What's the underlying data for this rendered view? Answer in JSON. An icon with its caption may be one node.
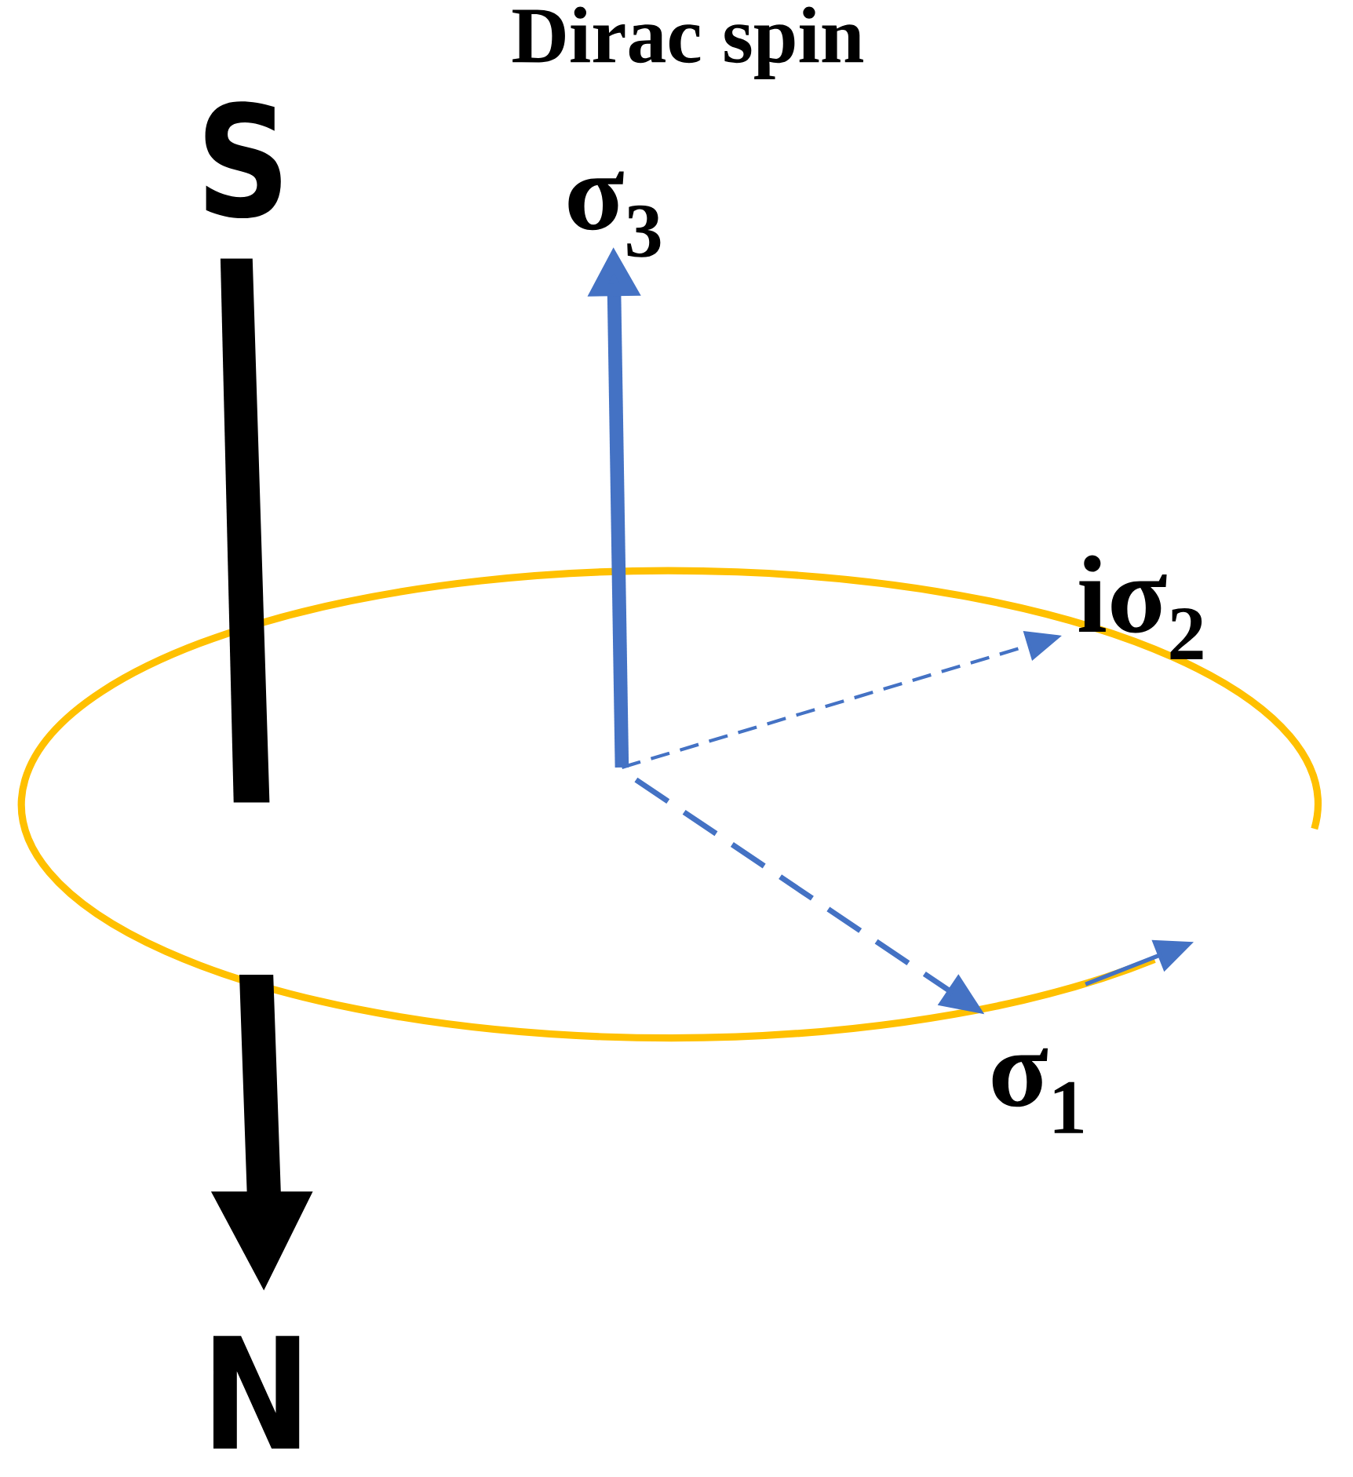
{
  "diagram": {
    "title": "Dirac spin",
    "labels": [
      "S",
      "σ$_{3}$",
      "iσ$_{2}$",
      "σ$_{1}$",
      "N"
    ]
  }
}
